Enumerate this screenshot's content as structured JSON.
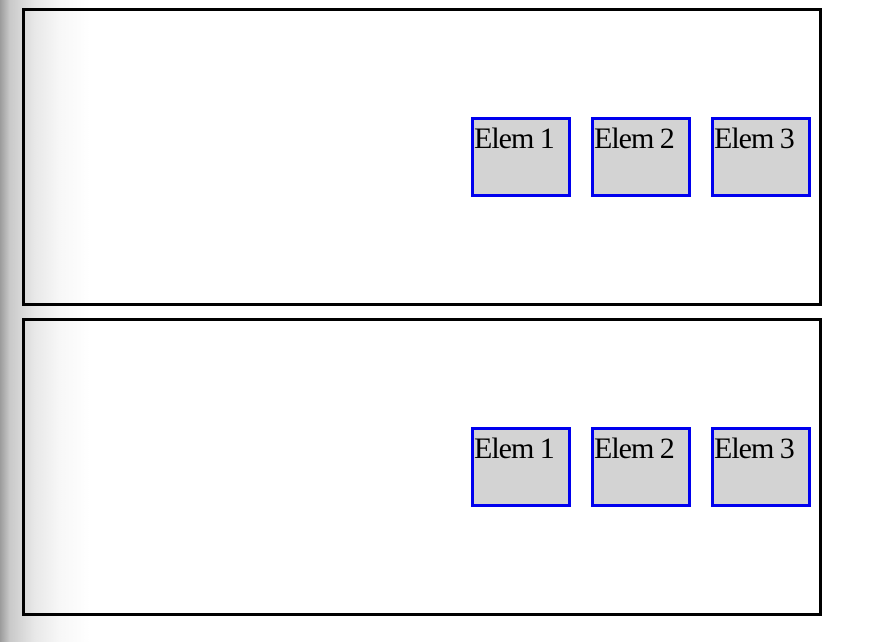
{
  "containers": [
    {
      "items": [
        {
          "label": "Elem 1"
        },
        {
          "label": "Elem 2"
        },
        {
          "label": "Elem 3"
        }
      ]
    },
    {
      "items": [
        {
          "label": "Elem 1"
        },
        {
          "label": "Elem 2"
        },
        {
          "label": "Elem 3"
        }
      ]
    }
  ],
  "colors": {
    "container_border": "#000000",
    "item_border": "#0000ee",
    "item_fill": "#d3d3d3"
  }
}
